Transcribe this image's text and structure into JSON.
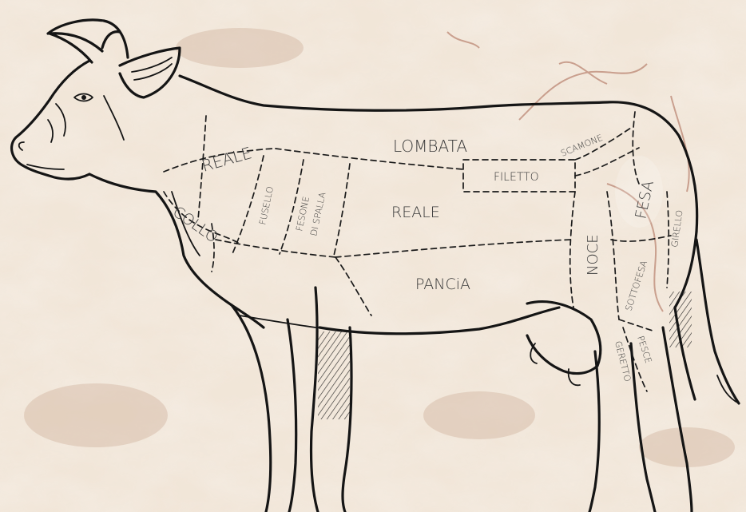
{
  "diagram": {
    "colors": {
      "background": "#efe3d5",
      "marble_vein": "#a8644f",
      "ink": "#151515",
      "label": "#3a3a3a"
    },
    "cuts": {
      "reale_neck": "REALE",
      "collo": "COLLO",
      "fusello": "FUSELLO",
      "fesone_di_spalla_1": "FESONE",
      "fesone_di_spalla_2": "DI SPALLA",
      "lombata": "LOMBATA",
      "reale_body": "REALE",
      "filetto": "FILETTO",
      "scamone": "SCAMONE",
      "fesa": "FESA",
      "girello": "GIRELLO",
      "noce": "NOCE",
      "pancia": "PANCiA",
      "sottofesa": "SOTTOFESA",
      "pesce": "PESCE",
      "geretto": "GERETTO"
    }
  }
}
